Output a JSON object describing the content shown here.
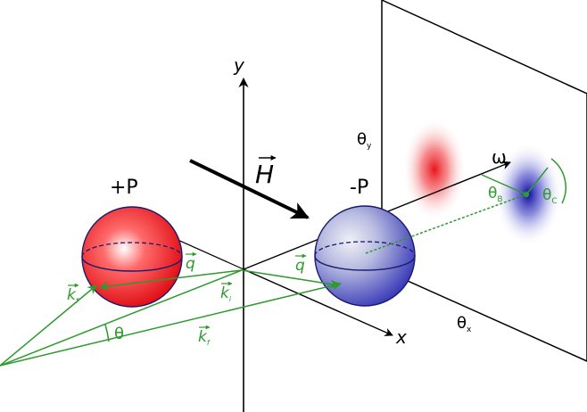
{
  "labels": {
    "axis_y": "y",
    "axis_x": "x",
    "axis_omega": "ω",
    "field_vector": "H",
    "sphere_positive": "+P",
    "sphere_negative": "-P",
    "theta_y_main": "θ",
    "theta_y_sub": "y",
    "theta_x_main": "θ",
    "theta_x_sub": "x",
    "theta_b_main": "θ",
    "theta_b_sub": "B",
    "theta_c_main": "θ",
    "theta_c_sub": "C",
    "q_left": "q",
    "q_right": "q",
    "k_f": "k",
    "k_f_sub": "f",
    "k_i": "k",
    "k_i_sub": "i",
    "k_r": "k",
    "k_r_sub": "f",
    "theta_angle": "θ"
  },
  "colors": {
    "green": "#2e9a2e",
    "red_sphere": "#e8141b",
    "blue_sphere": "#3535b5",
    "outline_dark": "#1a1a6e"
  }
}
